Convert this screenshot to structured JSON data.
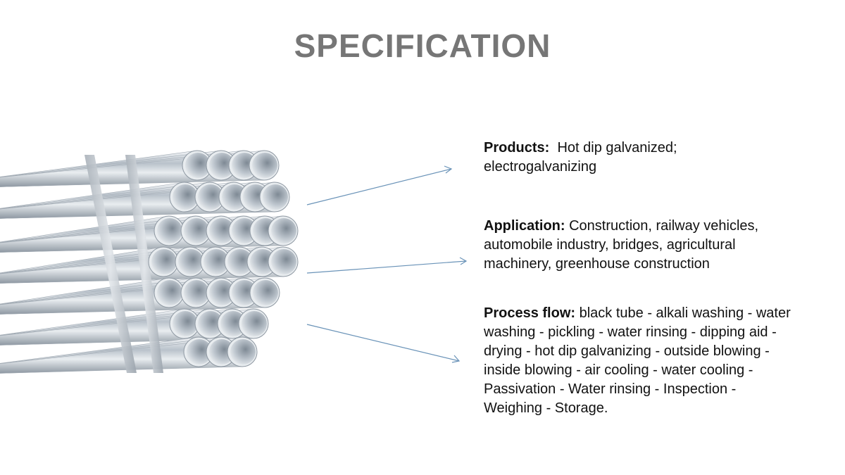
{
  "page": {
    "title": "SPECIFICATION"
  },
  "specs": {
    "products": {
      "label": "Products:",
      "value": "Hot dip galvanized; electrogalvanizing"
    },
    "application": {
      "label": "Application:",
      "value": "Construction, railway vehicles, automobile industry, bridges, agricultural machinery, greenhouse construction"
    },
    "process_flow": {
      "label": "Process flow:",
      "value": "black tube - alkali washing - water washing - pickling - water rinsing - dipping aid - drying - hot dip galvanizing - outside blowing - inside blowing - air cooling - water cooling - Passivation - Water rinsing - Inspection - Weighing - Storage."
    }
  },
  "colors": {
    "title": "#767676",
    "arrow": "#6a93b8",
    "text": "#111111"
  },
  "image": {
    "subject": "galvanized-steel-pipe-bundle"
  }
}
